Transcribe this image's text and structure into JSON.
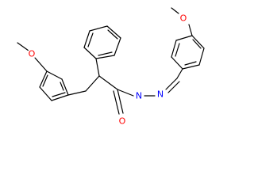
{
  "colors": {
    "bond": "#000000",
    "oxygen": "#ff0000",
    "nitrogen": "#0000ff",
    "background": "#ffffff"
  },
  "atoms": {
    "methyl_left": "",
    "o_left": "O",
    "n_amide": "N",
    "n_imine": "N",
    "o_carbonyl": "O",
    "o_right": "O",
    "methyl_right": ""
  }
}
